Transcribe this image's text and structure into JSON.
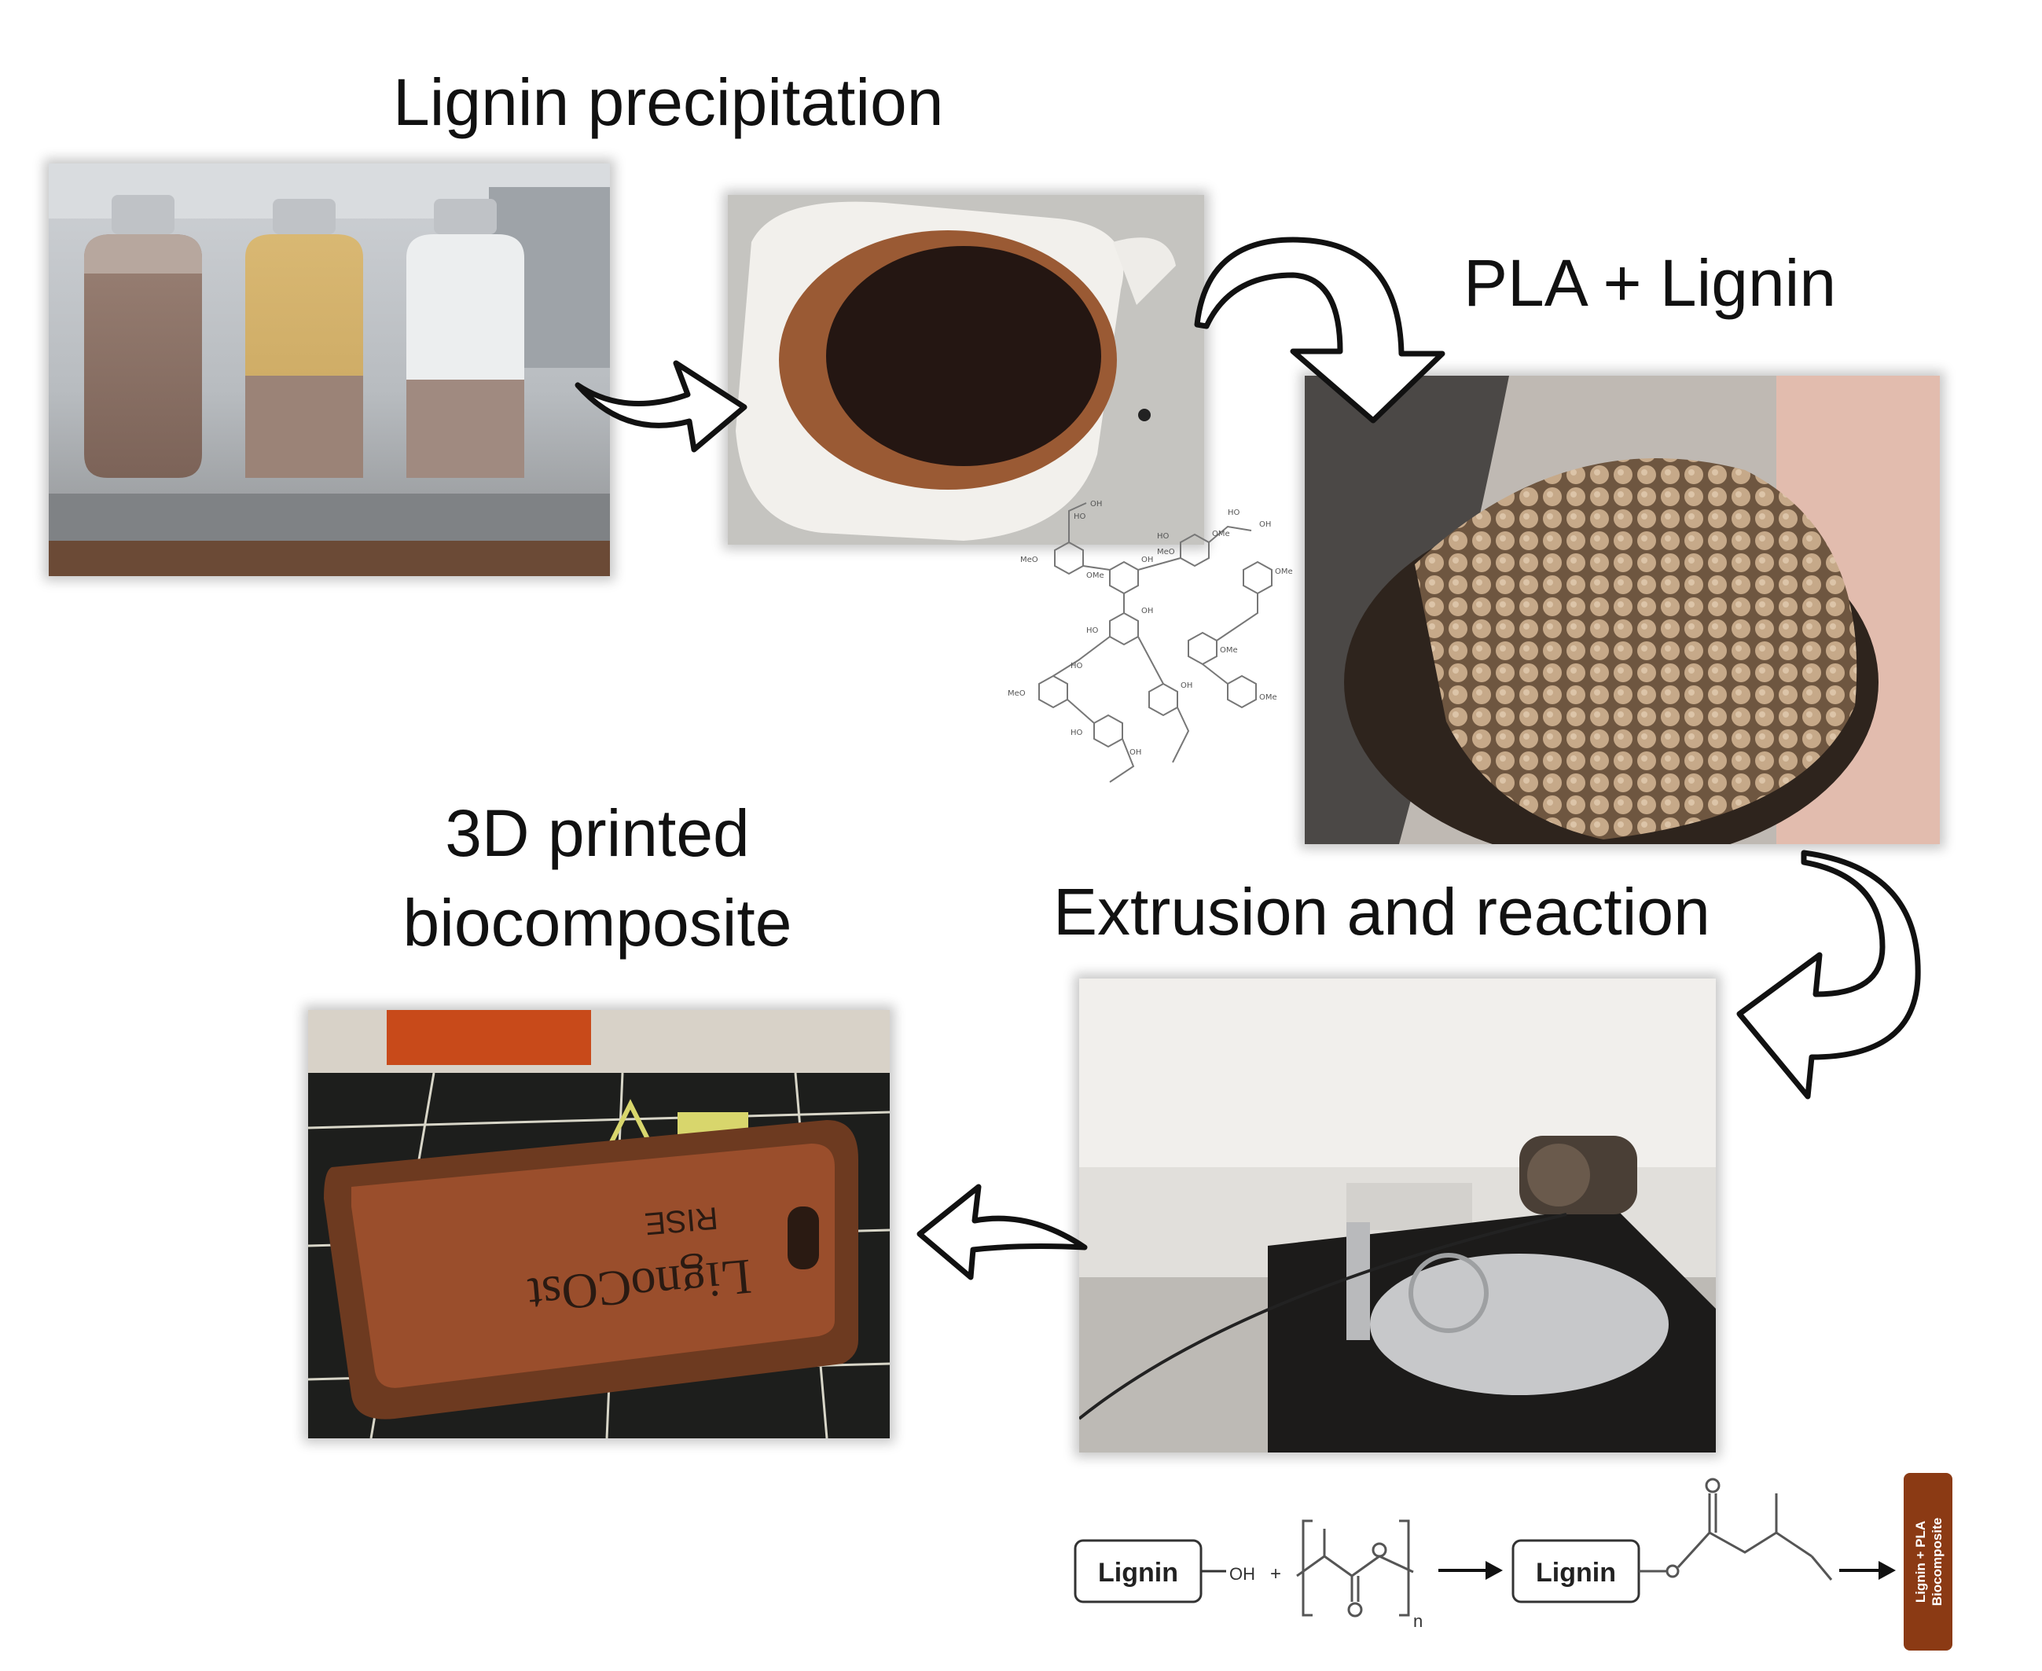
{
  "steps": {
    "precipitation": {
      "title": "Lignin precipitation"
    },
    "mixing": {
      "title": "PLA + Lignin"
    },
    "extrusion": {
      "title": "Extrusion and reaction"
    },
    "printed": {
      "title_line1": "3D printed",
      "title_line2": "biocomposite"
    }
  },
  "photos": {
    "printed_case_text_line1": "LignoCOst",
    "printed_case_text_line2": "RISE"
  },
  "scheme": {
    "reactant_box": "Lignin",
    "hydroxyl": "OH",
    "plus": "+",
    "repeat_subscript": "n",
    "product_box": "Lignin",
    "final_label_line1": "Lignin + PLA",
    "final_label_line2": "Biocomposite"
  },
  "lignin_structure_labels": [
    "HO",
    "OH",
    "MeO",
    "OMe",
    "OH",
    "HO",
    "OMe",
    "MeO",
    "HO",
    "OH",
    "OMe",
    "HO",
    "OH",
    "OMe",
    "MeO",
    "HO",
    "OH",
    "HO",
    "OMe",
    "OH"
  ],
  "colors": {
    "text": "#111111",
    "arrow_outline": "#111111",
    "arrow_fill": "#ffffff",
    "final_label_box": "#8b3a14",
    "biocomposite_brown": "#9a4e2c"
  }
}
